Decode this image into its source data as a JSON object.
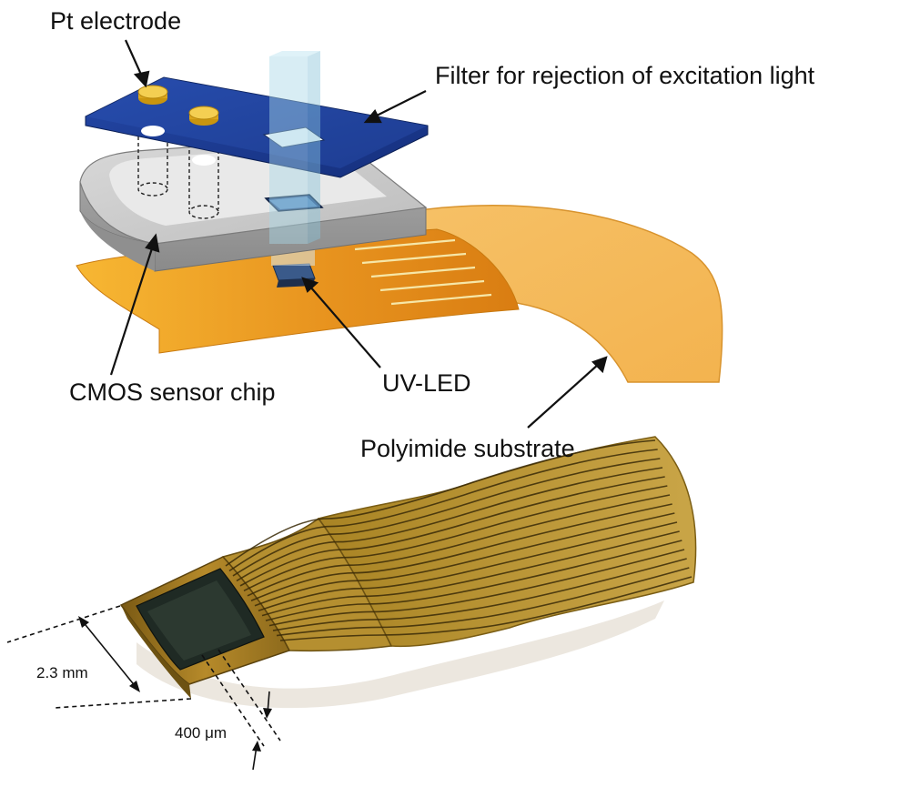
{
  "labels": {
    "pt_electrode": "Pt electrode",
    "filter": "Filter for rejection of excitation light",
    "cmos_chip": "CMOS sensor chip",
    "uv_led": "UV-LED",
    "polyimide": "Polyimide substrate",
    "width_dim": "2.3 mm",
    "thickness_dim": "400 μm"
  },
  "colors": {
    "filter_blue": "#1b3a8f",
    "chip_gray": "#a9a9a9",
    "substrate_orange": "#f2a93b",
    "substrate_light": "#f7c46a",
    "electrode_gold": "#f0c840",
    "trace_gold": "#e8d38a"
  }
}
